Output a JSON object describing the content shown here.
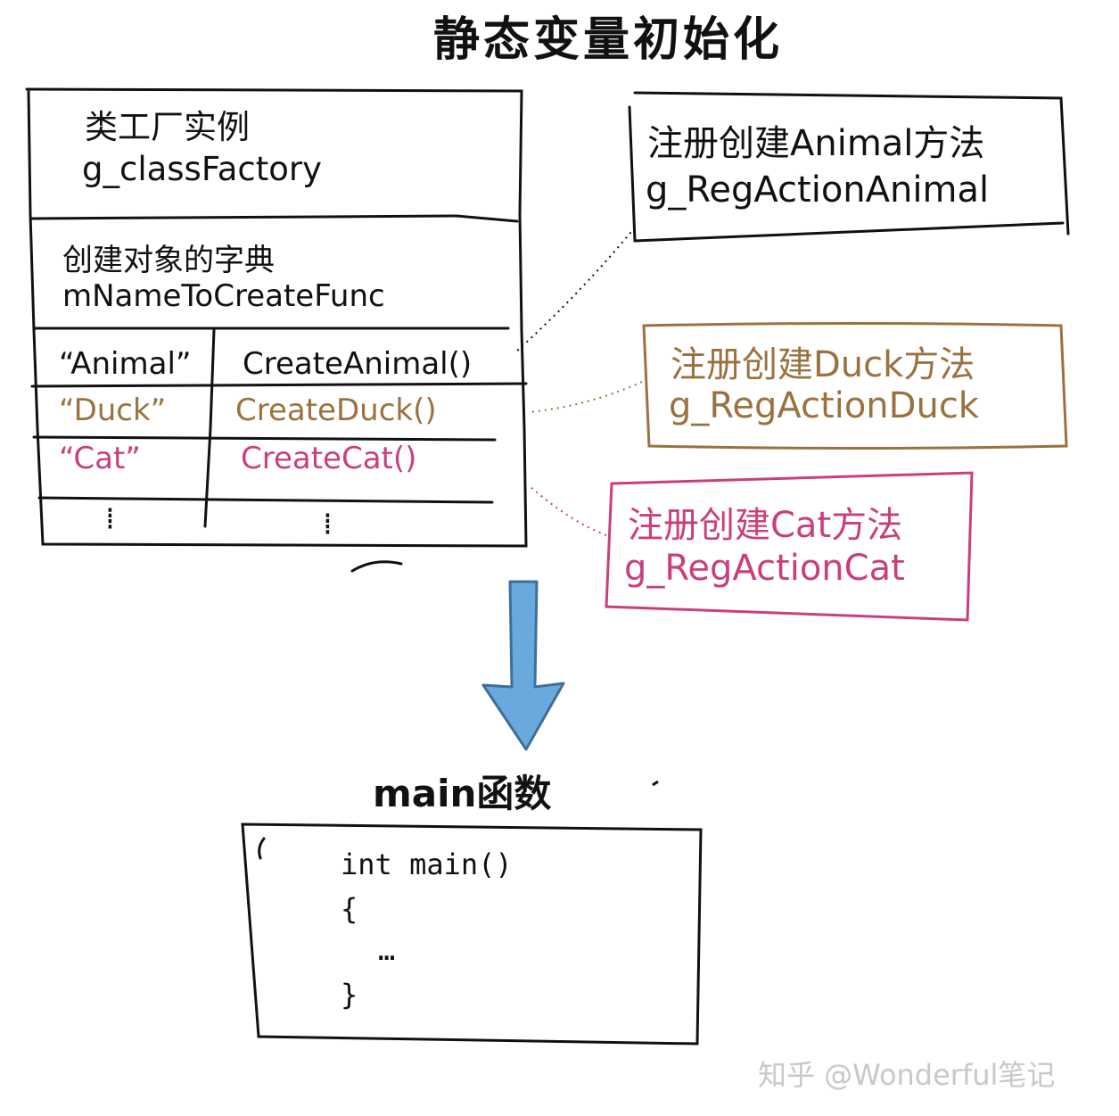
{
  "title": "静态变量初始化",
  "factory": {
    "label": "类工厂实例",
    "name": "g_classFactory",
    "dict_label": "创建对象的字典",
    "dict_name": "mNameToCreateFunc",
    "rows": [
      {
        "key": "“Animal”",
        "func": "CreateAnimal()"
      },
      {
        "key": "“Duck”",
        "func": "CreateDuck()"
      },
      {
        "key": "“Cat”",
        "func": "CreateCat()"
      }
    ],
    "ellipsis_key": "⁞",
    "ellipsis_func": "⁞"
  },
  "registrations": [
    {
      "label": "注册创建Animal方法",
      "name": "g_RegActionAnimal",
      "color": "#111111"
    },
    {
      "label": "注册创建Duck方法",
      "name": "g_RegActionDuck",
      "color": "#9a7240"
    },
    {
      "label": "注册创建Cat方法",
      "name": "g_RegActionCat",
      "color": "#c93f7d"
    }
  ],
  "arrow_color": "#6aa9de",
  "main_section": {
    "title": "main函数",
    "code": [
      "int main()",
      "{",
      "…",
      "}"
    ]
  },
  "watermark": "知乎 @Wonderful笔记"
}
